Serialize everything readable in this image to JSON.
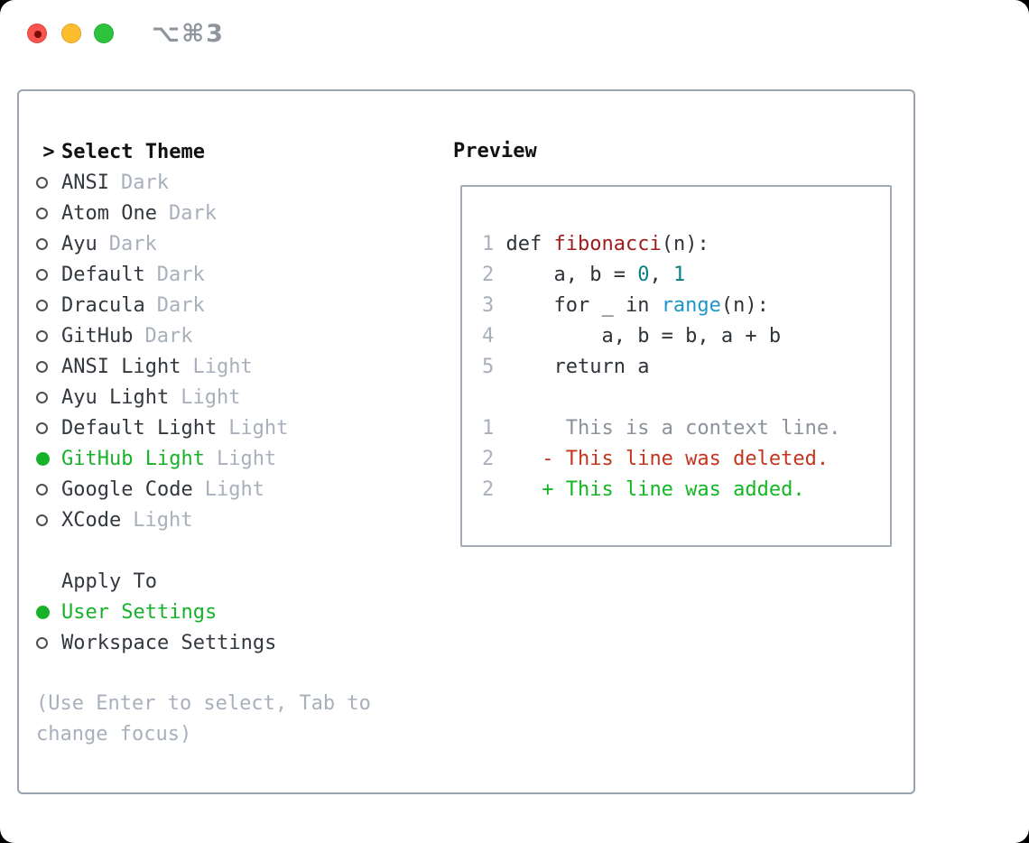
{
  "window": {
    "title": "⌥⌘3",
    "traffic_lights": [
      "close",
      "minimize",
      "zoom"
    ]
  },
  "theme_menu": {
    "header": {
      "marker": ">",
      "label": "Select Theme"
    },
    "items": [
      {
        "label": "ANSI",
        "tag": "Dark",
        "selected": false
      },
      {
        "label": "Atom One",
        "tag": "Dark",
        "selected": false
      },
      {
        "label": "Ayu",
        "tag": "Dark",
        "selected": false
      },
      {
        "label": "Default",
        "tag": "Dark",
        "selected": false
      },
      {
        "label": "Dracula",
        "tag": "Dark",
        "selected": false
      },
      {
        "label": "GitHub",
        "tag": "Dark",
        "selected": false
      },
      {
        "label": "ANSI Light",
        "tag": "Light",
        "selected": false
      },
      {
        "label": "Ayu Light",
        "tag": "Light",
        "selected": false
      },
      {
        "label": "Default Light",
        "tag": "Light",
        "selected": false
      },
      {
        "label": "GitHub Light",
        "tag": "Light",
        "selected": true
      },
      {
        "label": "Google Code",
        "tag": "Light",
        "selected": false
      },
      {
        "label": "XCode",
        "tag": "Light",
        "selected": false
      }
    ],
    "apply_to": {
      "label": "Apply To",
      "options": [
        {
          "label": "User Settings",
          "selected": true
        },
        {
          "label": "Workspace Settings",
          "selected": false
        }
      ]
    },
    "hint_lines": [
      "(Use Enter to select, Tab to",
      "change focus)"
    ]
  },
  "preview": {
    "title": "Preview",
    "lines": [
      [
        {
          "t": "1 ",
          "s": "gutter"
        },
        {
          "t": "def ",
          "s": "plain"
        },
        {
          "t": "fibonacci",
          "s": "fn"
        },
        {
          "t": "(n):",
          "s": "plain"
        }
      ],
      [
        {
          "t": "2 ",
          "s": "gutter"
        },
        {
          "t": "    a, b = ",
          "s": "plain"
        },
        {
          "t": "0",
          "s": "num"
        },
        {
          "t": ", ",
          "s": "plain"
        },
        {
          "t": "1",
          "s": "num"
        }
      ],
      [
        {
          "t": "3 ",
          "s": "gutter"
        },
        {
          "t": "    for _ in ",
          "s": "plain"
        },
        {
          "t": "range",
          "s": "builtin"
        },
        {
          "t": "(n):",
          "s": "plain"
        }
      ],
      [
        {
          "t": "4 ",
          "s": "gutter"
        },
        {
          "t": "        a, b = b, a + b",
          "s": "plain"
        }
      ],
      [
        {
          "t": "5 ",
          "s": "gutter"
        },
        {
          "t": "    return a",
          "s": "plain"
        }
      ],
      [],
      [
        {
          "t": "1 ",
          "s": "gutter"
        },
        {
          "t": "     This is a context line.",
          "s": "context"
        }
      ],
      [
        {
          "t": "2 ",
          "s": "gutter"
        },
        {
          "t": "   - This line was deleted.",
          "s": "del"
        }
      ],
      [
        {
          "t": "2 ",
          "s": "gutter"
        },
        {
          "t": "   + This line was added.",
          "s": "add"
        }
      ]
    ]
  },
  "colors": {
    "accent_green": "#17b22a",
    "added_green": "#12b723",
    "deleted_red": "#c5341d",
    "function_red": "#a01c1c",
    "number_teal": "#0a7f86",
    "builtin_blue": "#1e96c8",
    "code_plain": "#2e3338",
    "context_gray": "#8b929b",
    "gutter_gray": "#a8b0bc",
    "muted_gray": "#a8b0bc",
    "label_dark": "#33383f",
    "panel_border": "#99a3af",
    "title_gray": "#8e959d",
    "traffic_red": "#f8544d",
    "traffic_yellow": "#fcbd2e",
    "traffic_green": "#2dc33d"
  }
}
